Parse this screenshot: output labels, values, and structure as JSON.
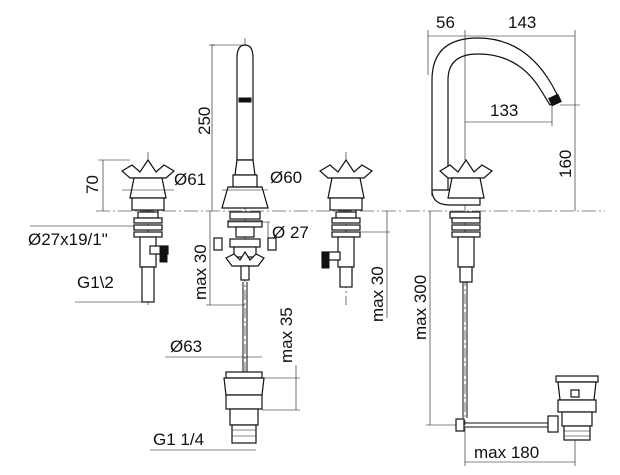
{
  "labels": {
    "h250": "250",
    "h70": "70",
    "d61": "Ø61",
    "d60": "Ø60",
    "thread27": "Ø27x19/1\"",
    "d27": "Ø 27",
    "g12": "G1\\2",
    "max30a": "max 30",
    "max30b": "max 30",
    "max35": "max 35",
    "d63": "Ø63",
    "g114": "G1 1/4",
    "w56": "56",
    "w143": "143",
    "w133": "133",
    "h160": "160",
    "max300": "max 300",
    "max180": "max 180"
  }
}
